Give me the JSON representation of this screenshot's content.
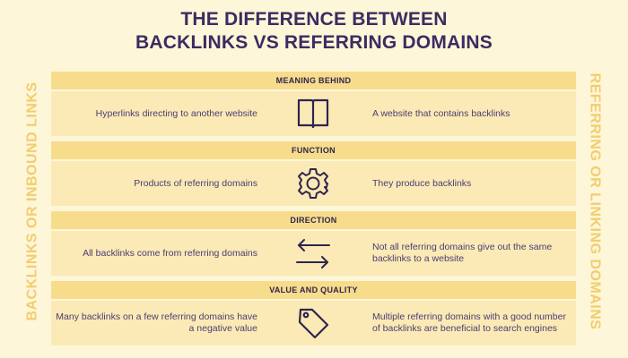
{
  "title": {
    "line1": "THE DIFFERENCE BETWEEN",
    "line2": "BACKLINKS VS REFERRING DOMAINS"
  },
  "side_labels": {
    "left": "BACKLINKS OR INBOUND LINKS",
    "right": "REFERRING OR LINKING DOMAINS"
  },
  "colors": {
    "background": "#fdf6d8",
    "header_band": "#f7dc8b",
    "row_band": "#fbeab5",
    "title_text": "#3b2c62",
    "side_text": "#f2cd6e"
  },
  "sections": [
    {
      "header": "MEANING BEHIND",
      "left": "Hyperlinks directing to another website",
      "right": "A website that contains backlinks",
      "icon": "book-icon"
    },
    {
      "header": "FUNCTION",
      "left": "Products of referring domains",
      "right": "They produce backlinks",
      "icon": "gear-icon"
    },
    {
      "header": "DIRECTION",
      "left": "All backlinks come from referring domains",
      "right": "Not all referring domains give out the same backlinks to a website",
      "icon": "arrows-left-right-icon"
    },
    {
      "header": "VALUE AND QUALITY",
      "left": "Many backlinks on a few referring domains have a negative value",
      "right": "Multiple referring domains with a good number of backlinks are beneficial to search engines",
      "icon": "price-tag-icon"
    }
  ]
}
